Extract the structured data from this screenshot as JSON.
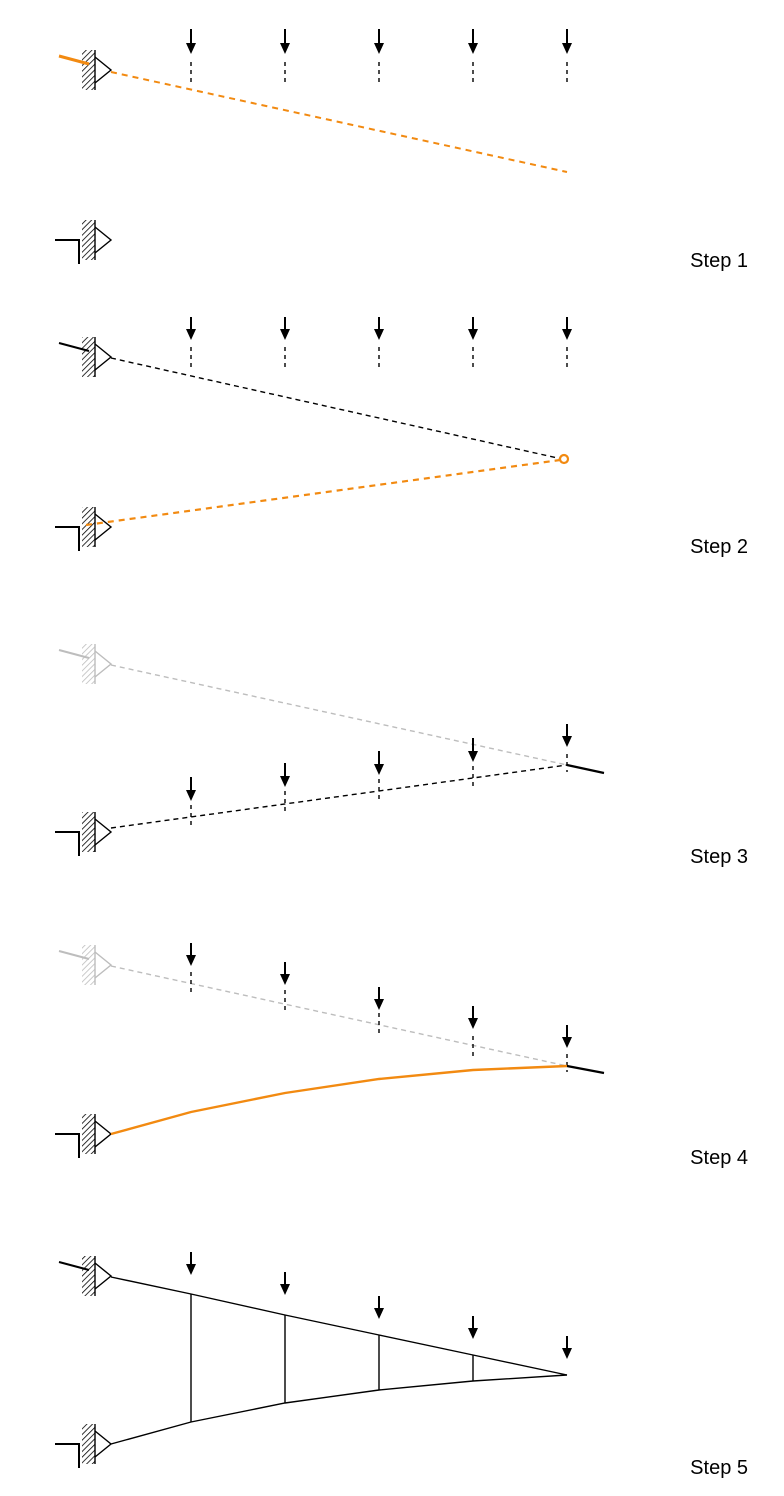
{
  "steps": [
    {
      "label": "Step 1"
    },
    {
      "label": "Step 2"
    },
    {
      "label": "Step 3"
    },
    {
      "label": "Step 4"
    },
    {
      "label": "Step 5"
    }
  ],
  "colors": {
    "highlight": "#f28a11",
    "line": "#000000",
    "faded": "#bdbdbd"
  },
  "icons": [
    "down-arrow-icon",
    "wall-support-icon",
    "pivot-circle-icon"
  ]
}
